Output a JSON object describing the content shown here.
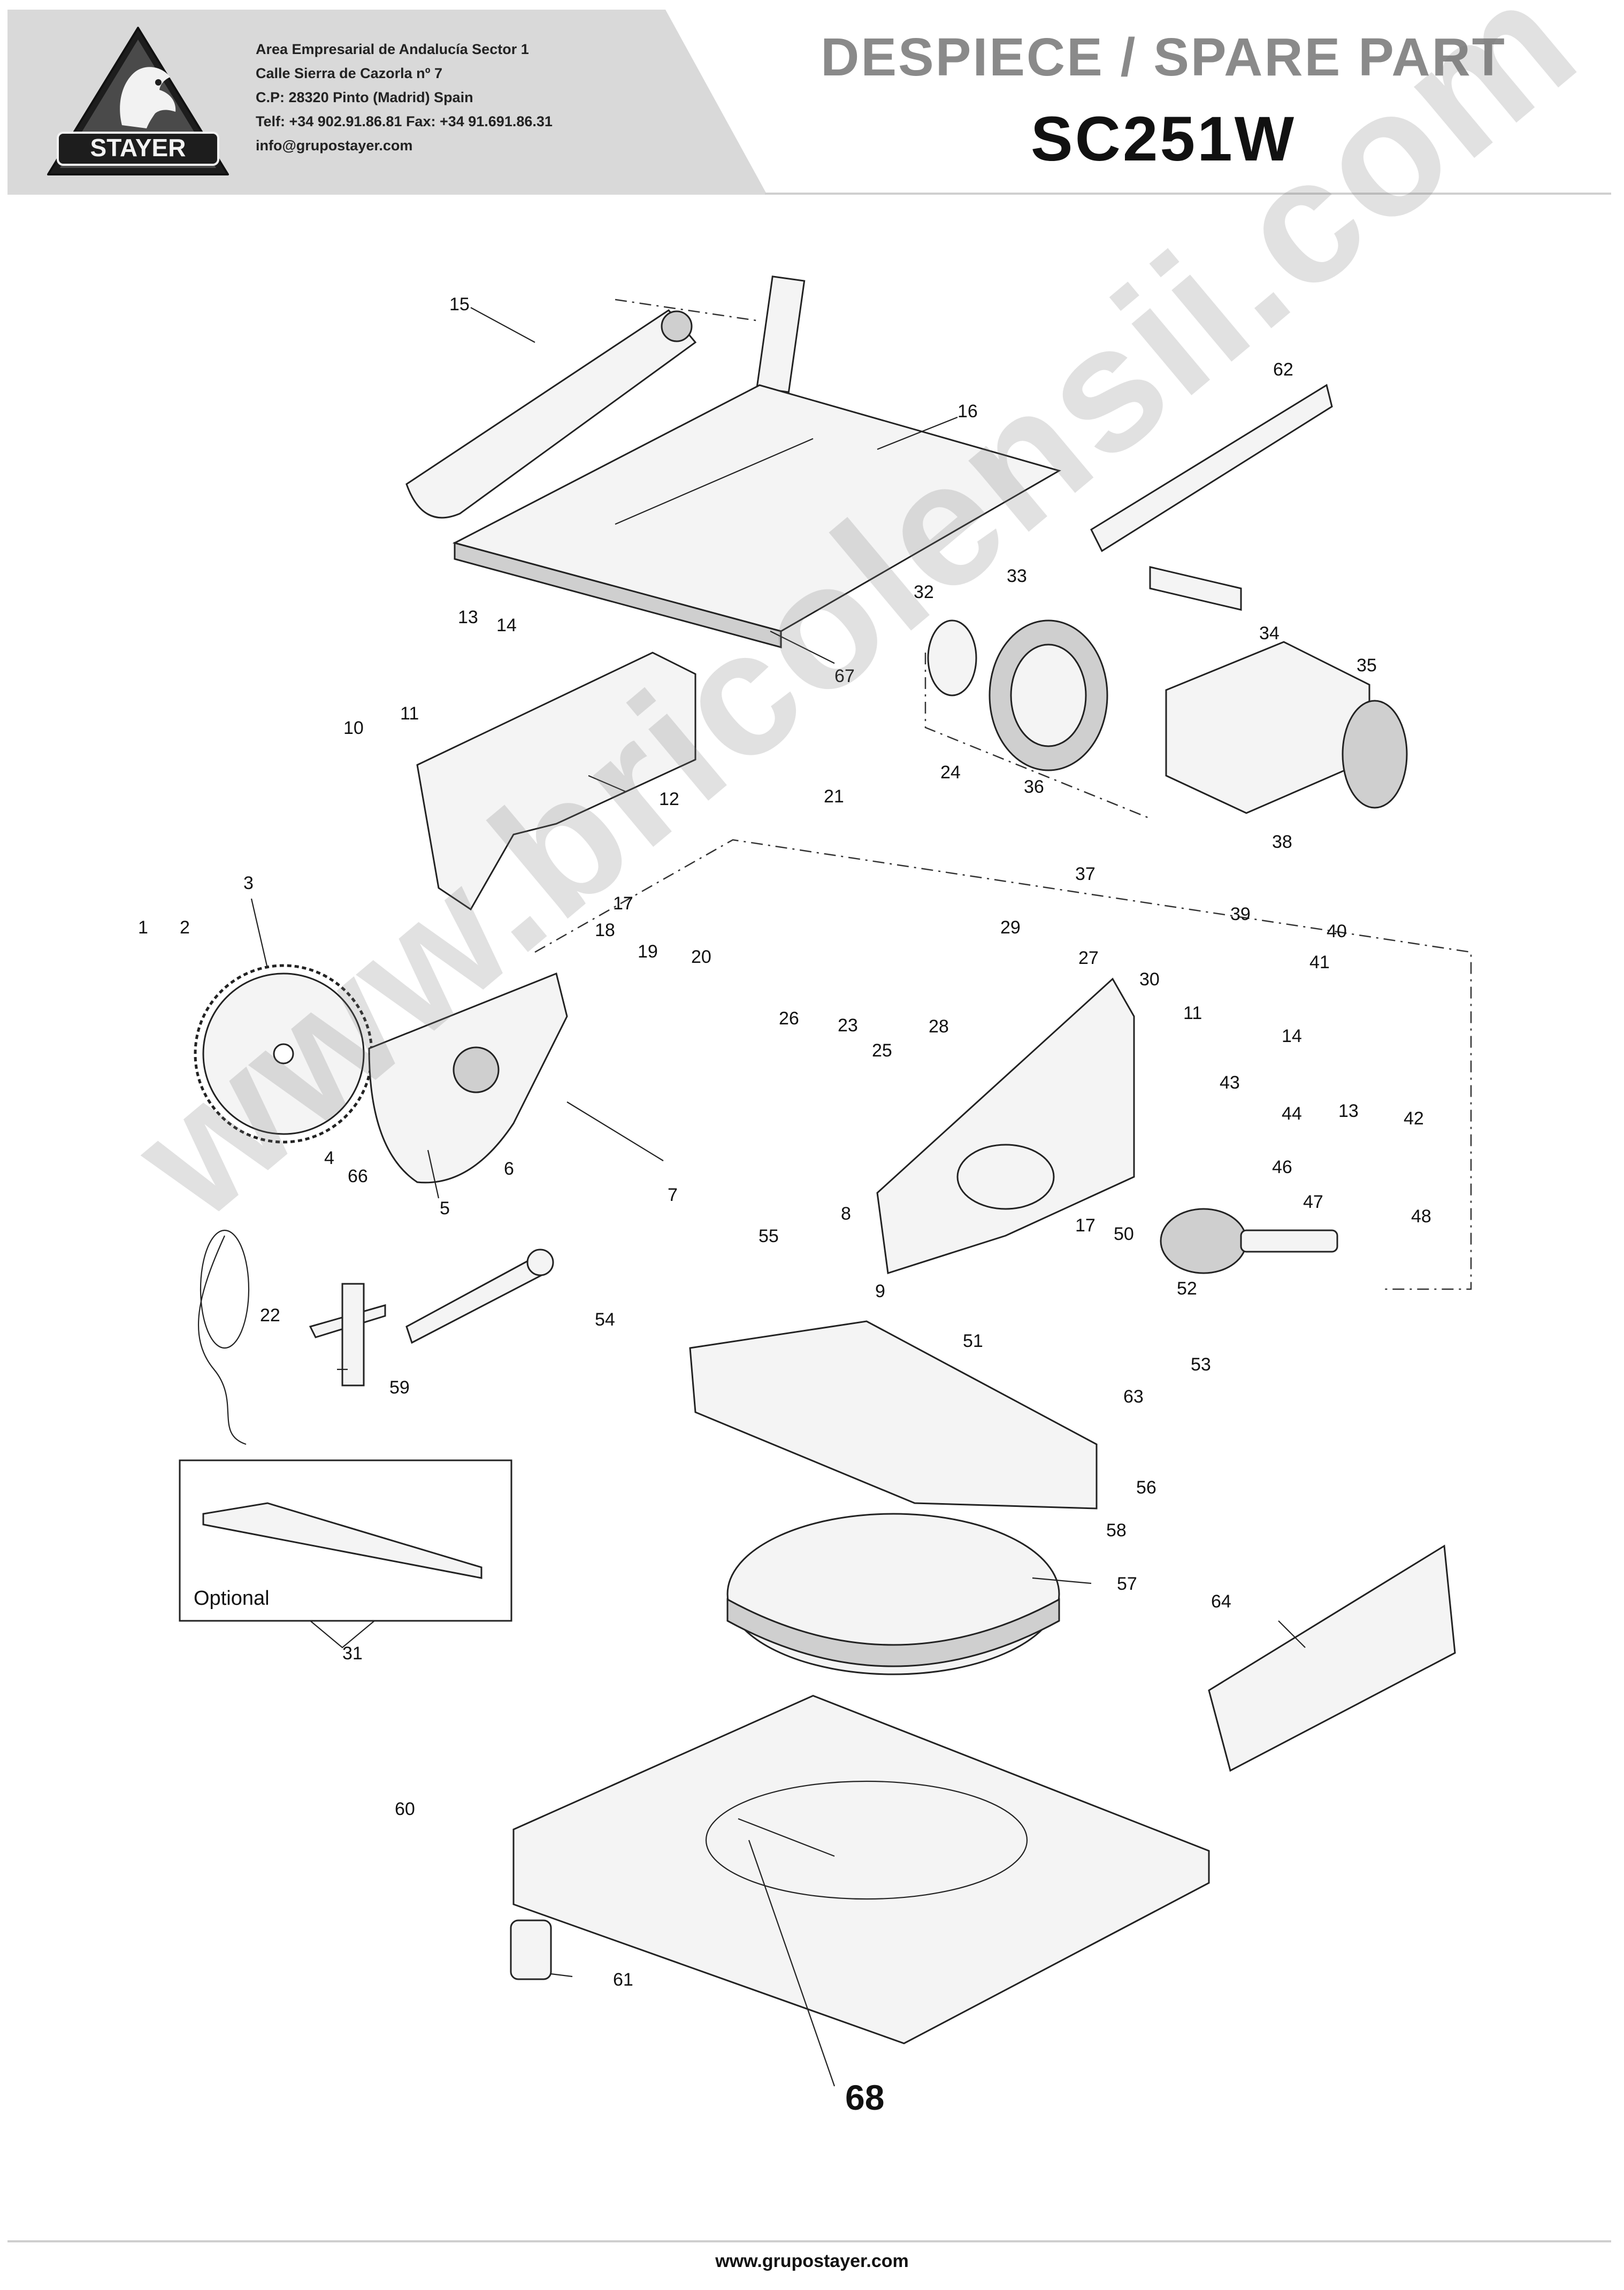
{
  "brand": {
    "logo_text": "STAYER"
  },
  "company": {
    "address_lines": [
      "Area Empresarial de Andalucía Sector 1",
      "Calle Sierra de Cazorla nº 7",
      "C.P: 28320 Pinto (Madrid) Spain",
      "Telf: +34 902.91.86.81 Fax: +34 91.691.86.31",
      "info@grupostayer.com"
    ]
  },
  "document": {
    "title": "DESPIECE / SPARE PART",
    "model": "SC251W"
  },
  "watermark": "www.bricolensii.com",
  "diagram": {
    "optional_label": "Optional",
    "part_numbers": {
      "p1": "1",
      "p2": "2",
      "p3": "3",
      "p4": "4",
      "p5": "5",
      "p6": "6",
      "p7": "7",
      "p8": "8",
      "p9": "9",
      "p10": "10",
      "p11a": "11",
      "p11b": "11",
      "p12": "12",
      "p13a": "13",
      "p13b": "13",
      "p14a": "14",
      "p14b": "14",
      "p15": "15",
      "p16": "16",
      "p17a": "17",
      "p17b": "17",
      "p18": "18",
      "p19": "19",
      "p20": "20",
      "p21": "21",
      "p22": "22",
      "p23": "23",
      "p24": "24",
      "p25": "25",
      "p26": "26",
      "p27": "27",
      "p28": "28",
      "p29": "29",
      "p30": "30",
      "p31": "31",
      "p32": "32",
      "p33": "33",
      "p34": "34",
      "p35": "35",
      "p36": "36",
      "p37": "37",
      "p38": "38",
      "p39": "39",
      "p40": "40",
      "p41": "41",
      "p42": "42",
      "p43": "43",
      "p44": "44",
      "p46": "46",
      "p47": "47",
      "p48": "48",
      "p50": "50",
      "p51": "51",
      "p52": "52",
      "p53": "53",
      "p54": "54",
      "p55": "55",
      "p56": "56",
      "p57": "57",
      "p58": "58",
      "p59": "59",
      "p60": "60",
      "p61": "61",
      "p62": "62",
      "p63": "63",
      "p64": "64",
      "p66": "66",
      "p67": "67",
      "p68": "68"
    }
  },
  "footer": {
    "url": "www.grupostayer.com"
  }
}
